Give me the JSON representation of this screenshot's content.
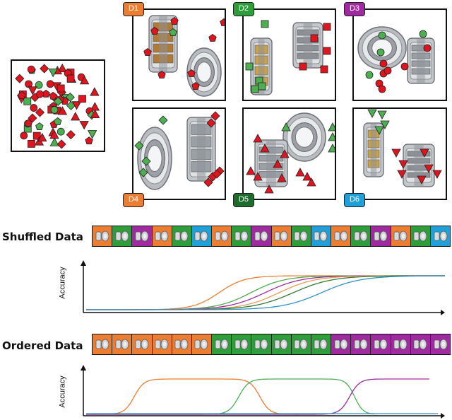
{
  "domains": [
    {
      "tag": "D1",
      "color": "#ED7D31"
    },
    {
      "tag": "D2",
      "color": "#2E9E3A"
    },
    {
      "tag": "D3",
      "color": "#A02BA0"
    },
    {
      "tag": "D4",
      "color": "#ED7D31"
    },
    {
      "tag": "D5",
      "color": "#1E6B2E"
    },
    {
      "tag": "D6",
      "color": "#1FA0D8"
    }
  ],
  "shuffled": {
    "label": "Shuffled Data",
    "tile_colors": [
      "#ED7D31",
      "#2E9E3A",
      "#A02BA0",
      "#ED7D31",
      "#2E9E3A",
      "#1FA0D8",
      "#ED7D31",
      "#2E9E3A",
      "#A02BA0",
      "#ED7D31",
      "#2E9E3A",
      "#1FA0D8",
      "#ED7D31",
      "#2E9E3A",
      "#A02BA0",
      "#ED7D31",
      "#2E9E3A",
      "#1FA0D8"
    ],
    "ylabel": "Accuracy"
  },
  "ordered": {
    "label": "Ordered Data",
    "tile_colors": [
      "#ED7D31",
      "#ED7D31",
      "#ED7D31",
      "#ED7D31",
      "#ED7D31",
      "#ED7D31",
      "#2E9E3A",
      "#2E9E3A",
      "#2E9E3A",
      "#2E9E3A",
      "#2E9E3A",
      "#2E9E3A",
      "#A02BA0",
      "#A02BA0",
      "#A02BA0",
      "#A02BA0",
      "#A02BA0",
      "#A02BA0"
    ],
    "ylabel": "Accuracy"
  },
  "colors": {
    "red": "#E0141E",
    "green": "#4CAF50",
    "orange": "#ED7D31",
    "blue": "#2F8FC8",
    "purple": "#A02BA0"
  }
}
